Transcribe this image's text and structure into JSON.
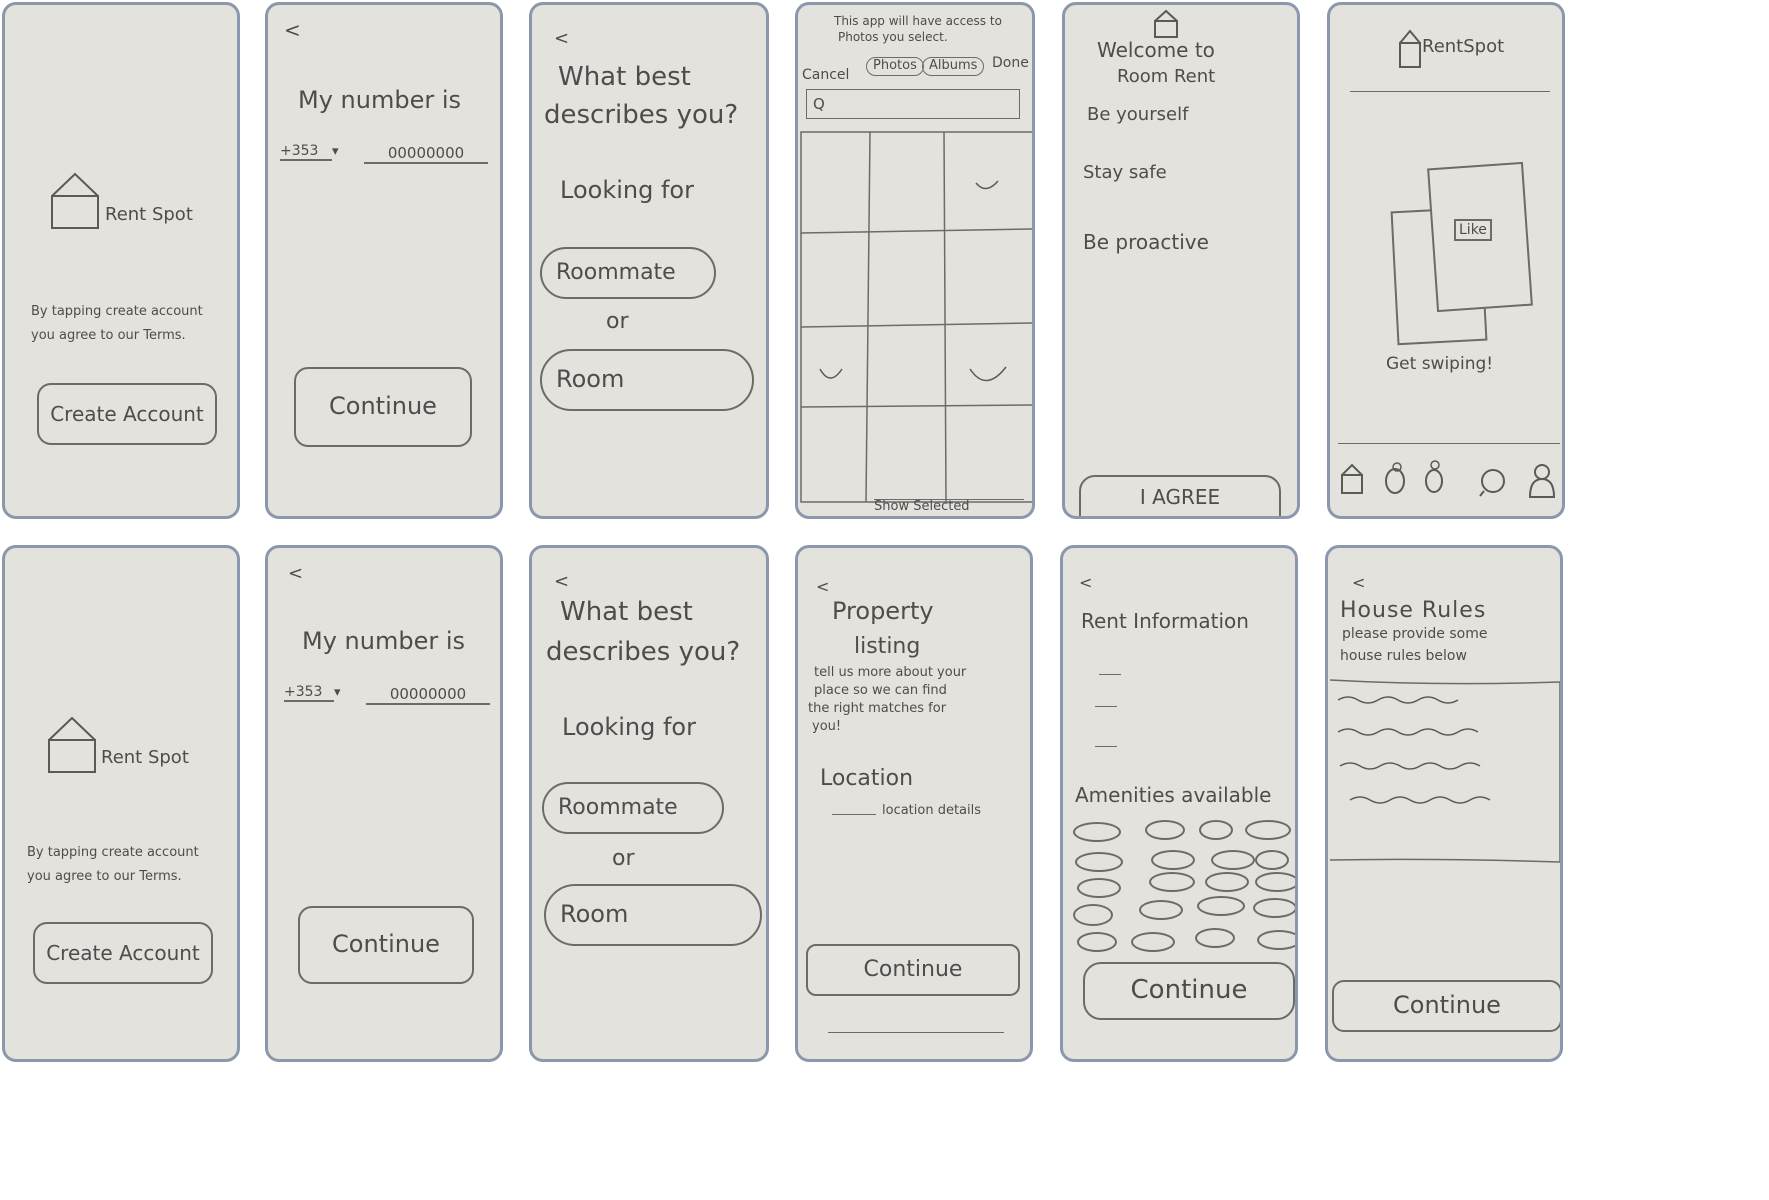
{
  "brand": "Rent Spot",
  "brand_alt": "RentSpot",
  "terms_line1": "By tapping create account",
  "terms_line2": "you agree to our Terms.",
  "create_account": "Create Account",
  "back": "<",
  "my_number": "My number is",
  "country_code": "+353",
  "dropdown": "▾",
  "phone_placeholder": "00000000",
  "continue": "Continue",
  "describe_line1": "What best",
  "describe_line2": "describes you?",
  "looking_for": "Looking for",
  "roommate": "Roommate",
  "or": "or",
  "room": "Room",
  "photos": {
    "notice_line1": "This app will have access to",
    "notice_line2": "Photos you select.",
    "cancel": "Cancel",
    "tab_photos": "Photos",
    "tab_albums": "Albums",
    "done": "Done",
    "search": "Q",
    "show_selected": "Show Selected"
  },
  "welcome": {
    "line1": "Welcome to",
    "line2": "Room Rent",
    "rule1": "Be yourself",
    "rule2": "Stay safe",
    "rule3": "Be proactive",
    "agree": "I AGREE"
  },
  "swipe": {
    "like": "Like",
    "tagline": "Get swiping!"
  },
  "listing": {
    "title_line1": "Property",
    "title_line2": "listing",
    "desc_line1": "tell us more about your",
    "desc_line2": "place so we can find",
    "desc_line3": "the right matches for",
    "desc_line4": "you!",
    "location": "Location",
    "location_details": "location details"
  },
  "rent": {
    "title": "Rent Information",
    "amenities": "Amenities available"
  },
  "house_rules": {
    "title": "House Rules",
    "sub_line1": "please provide some",
    "sub_line2": "house rules below"
  }
}
